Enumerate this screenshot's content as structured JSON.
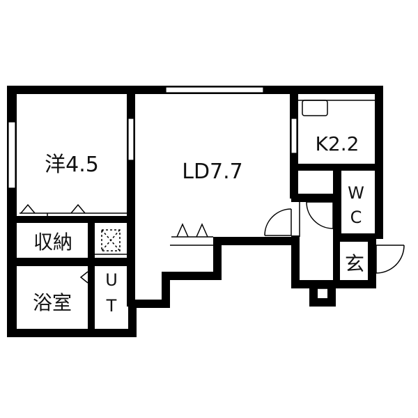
{
  "floor_plan": {
    "rooms": {
      "western": "洋4.5",
      "living_dining": "LD7.7",
      "kitchen": "K2.2",
      "closet": "収納",
      "bathroom": "浴室",
      "entrance": "玄",
      "toilet_top": "W",
      "toilet_bottom": "C",
      "utility_top": "U",
      "utility_bottom": "T"
    },
    "colors": {
      "wall": "#000000",
      "background": "#ffffff"
    }
  }
}
